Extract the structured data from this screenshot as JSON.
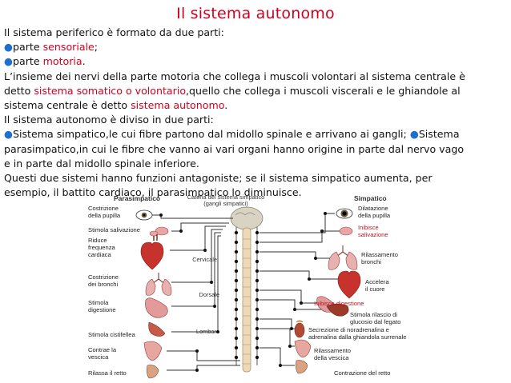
{
  "title": "Il sistema autonomo",
  "text": {
    "l1": "Il sistema periferico è formato da due parti:",
    "l2_bullet": "●",
    "l2_pre": "parte ",
    "l2_red": "sensoriale",
    "l2_post": ";",
    "l3_bullet": "●",
    "l3_pre": "parte ",
    "l3_red": "motoria",
    "l3_post": ".",
    "l4": "L’insieme dei nervi della parte motoria che collega i muscoli volontari al sistema centrale è",
    "l5_pre": "detto ",
    "l5_red": "sistema somatico o volontario",
    "l5_post": ",quello che collega i muscoli viscerali e le ghiandole al",
    "l6_pre": "sistema centrale è detto ",
    "l6_red": "sistema autonomo",
    "l6_post": ".",
    "l7": "Il sistema autonomo è diviso in due parti:",
    "l8_bullet": "●",
    "l8_a": "Sistema simpatico,le cui fibre partono dal midollo spinale e arrivano ai gangli; ",
    "l8_bullet2": "●",
    "l8_b": "Sistema",
    "l9": "parasimpatico,in cui le fibre che vanno ai vari organi hanno origine in parte dal nervo vago",
    "l10": "e in parte dal midollo spinale inferiore.",
    "l11": "Questi due sistemi hanno funzioni antagoniste; se il sistema simpatico aumenta, per",
    "l12": "esempio, il battito cardiaco, il parasimpatico lo diminuisce."
  },
  "figure": {
    "parasympathetic_header": "Parasimpatico",
    "chain_header_1": "Catena del sistema simpatico",
    "chain_header_2": "(gangli simpatici)",
    "sympathetic_header": "Simpatico",
    "left_labels": {
      "a1": "Costrizione",
      "a2": "della pupilla",
      "b1": "Stimola salivazione",
      "c1": "Riduce",
      "c2": "frequenza",
      "c3": "cardiaca",
      "d1": "Costrizione",
      "d2": "dei bronchi",
      "e1": "Stimola",
      "e2": "digestione",
      "f1": "Stimola cistifellea",
      "g1": "Contrae la",
      "g2": "vescica",
      "h1": "Rilassa il retto"
    },
    "right_labels": {
      "a1": "Dilatazione",
      "a2": "della pupilla",
      "b1": "Inibisce",
      "b2": "salivazione",
      "c1": "Rilassamento",
      "c2": "bronchi",
      "d1": "Accelera",
      "d2": "il cuore",
      "e1": "Inibisce digestione",
      "f1": "Stimola rilascio di",
      "f2": "glucosio dal fegato",
      "g1": "Secrezione di noradrenalina e",
      "g2": "adrenalina dalla ghiandola surrenale",
      "h1": "Rilassamento",
      "h2": "della vescica",
      "i1": "Contrazione del retto"
    },
    "spine_labels": {
      "cervical": "Cervicale",
      "dorsal": "Dorsale",
      "lumbar": "Lombare"
    },
    "colors": {
      "title_red": "#d2001f",
      "bullet_blue": "#1f6fd1",
      "organ_red": "#c8322c",
      "nerve_line": "#333333"
    }
  }
}
